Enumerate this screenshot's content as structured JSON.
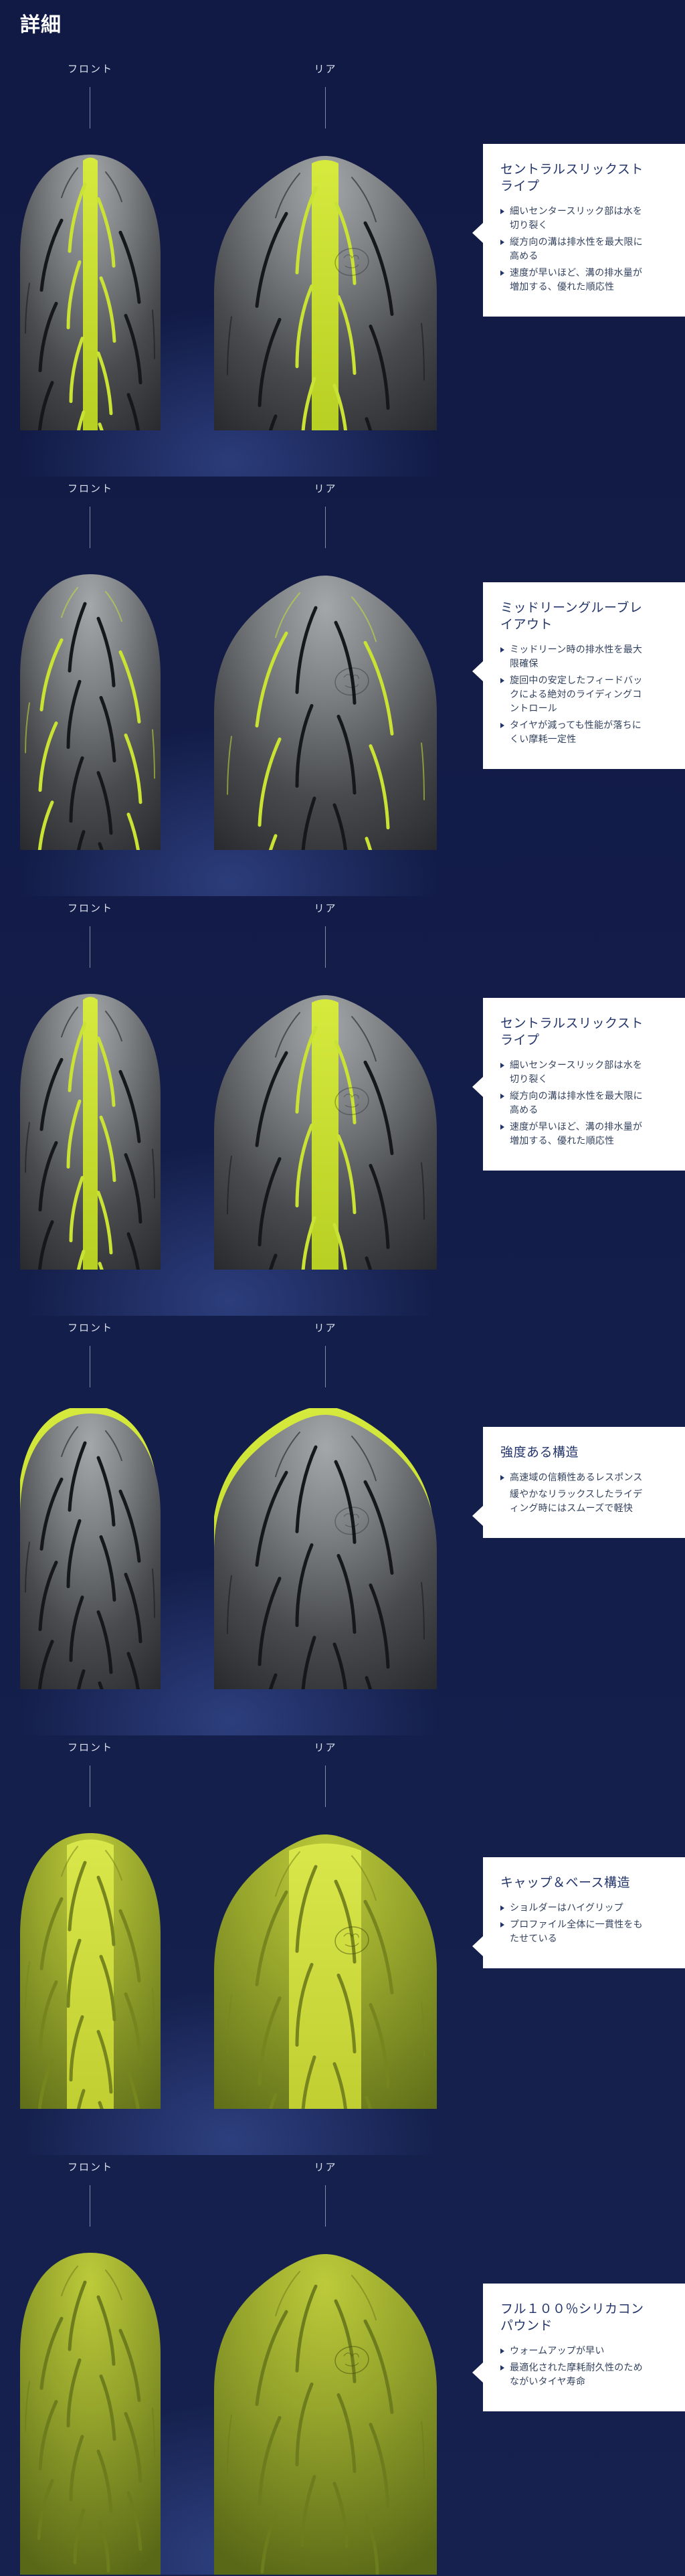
{
  "page_title": "詳細",
  "labels": {
    "front": "フロント",
    "rear": "リア"
  },
  "colors": {
    "background_navy": "#16214f",
    "accent_lime": "#c9e234",
    "card_background": "#ffffff",
    "card_text_navy": "#22346a"
  },
  "sections": [
    {
      "variant": "stripe",
      "card": {
        "title": "セントラルスリックストライプ",
        "bullets": [
          {
            "marker": true,
            "text": "細いセンタースリック部は水を切り裂く"
          },
          {
            "marker": true,
            "text": "縦方向の溝は排水性を最大限に高める"
          },
          {
            "marker": true,
            "text": "速度が早いほど、溝の排水量が増加する、優れた順応性"
          }
        ]
      }
    },
    {
      "variant": "side",
      "card": {
        "title": "ミッドリーングルーブレイアウト",
        "bullets": [
          {
            "marker": true,
            "text": "ミッドリーン時の排水性を最大限確保"
          },
          {
            "marker": true,
            "text": "旋回中の安定したフィードバックによる絶対のライディングコントロール"
          },
          {
            "marker": true,
            "text": "タイヤが減っても性能が落ちにくい摩耗一定性"
          }
        ]
      }
    },
    {
      "variant": "stripe",
      "card": {
        "title": "セントラルスリックストライプ",
        "bullets": [
          {
            "marker": true,
            "text": "細いセンタースリック部は水を切り裂く"
          },
          {
            "marker": true,
            "text": "縦方向の溝は排水性を最大限に高める"
          },
          {
            "marker": true,
            "text": "速度が早いほど、溝の排水量が増加する、優れた順応性"
          }
        ]
      }
    },
    {
      "variant": "cap",
      "card": {
        "title": "強度ある構造",
        "bullets": [
          {
            "marker": true,
            "text": "高速域の信頼性あるレスポンス"
          },
          {
            "marker": false,
            "text": "緩やかなリラックスしたライディング時にはスムーズで軽快"
          }
        ]
      }
    },
    {
      "variant": "band",
      "card": {
        "title": "キャップ＆ベース構造",
        "bullets": [
          {
            "marker": true,
            "text": "ショルダーはハイグリップ"
          },
          {
            "marker": true,
            "text": "プロファイル全体に一貫性をもたせている"
          }
        ]
      }
    },
    {
      "variant": "full",
      "card": {
        "title": "フル１００％シリカコンパウンド",
        "bullets": [
          {
            "marker": true,
            "text": "ウォームアップが早い"
          },
          {
            "marker": true,
            "text": "最適化された摩耗耐久性のためながいタイヤ寿命"
          }
        ]
      }
    }
  ]
}
